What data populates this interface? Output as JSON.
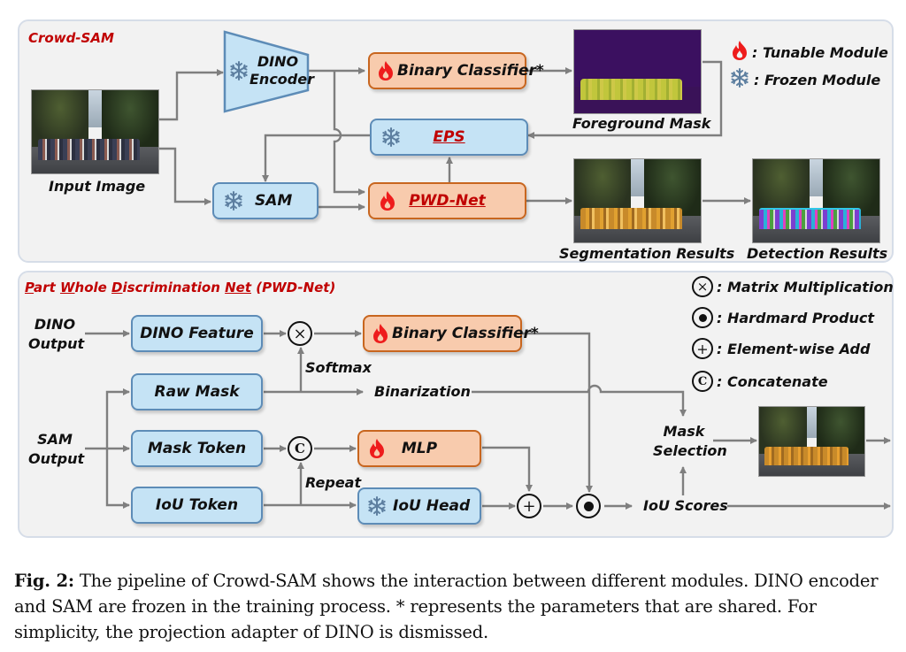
{
  "top_panel": {
    "title": "Crowd-SAM",
    "input_image_label": "Input Image",
    "dino_encoder_label_line1": "DINO",
    "dino_encoder_label_line2": "Encoder",
    "binary_classifier_label": "Binary Classifier*",
    "eps_label": "EPS",
    "sam_label": "SAM",
    "pwd_net_label": "PWD-Net",
    "foreground_mask_label": "Foreground Mask",
    "segmentation_results_label": "Segmentation Results",
    "detection_results_label": "Detection Results",
    "legend": {
      "tunable_label": ": Tunable Module",
      "frozen_label": ": Frozen Module"
    }
  },
  "bottom_panel": {
    "title_parts": [
      {
        "text": "P",
        "underline": true
      },
      {
        "text": "art ",
        "underline": false
      },
      {
        "text": "W",
        "underline": true
      },
      {
        "text": "hole ",
        "underline": false
      },
      {
        "text": "D",
        "underline": true
      },
      {
        "text": "iscrimination ",
        "underline": false
      },
      {
        "text": "Net",
        "underline": true
      },
      {
        "text": " (PWD-Net)",
        "underline": false
      }
    ],
    "dino_output_line1": "DINO",
    "dino_output_line2": "Output",
    "sam_output_line1": "SAM",
    "sam_output_line2": "Output",
    "dino_feature_label": "DINO Feature",
    "raw_mask_label": "Raw Mask",
    "mask_token_label": "Mask Token",
    "iou_token_label": "IoU Token",
    "binary_classifier_label": "Binary Classifier*",
    "mlp_label": "MLP",
    "iou_head_label": "IoU Head",
    "softmax_label": "Softmax",
    "binarization_label": "Binarization",
    "repeat_label": "Repeat",
    "mask_selection_line1": "Mask",
    "mask_selection_line2": "Selection",
    "iou_scores_label": "IoU Scores",
    "operators": {
      "matmul_symbol": "×",
      "concat_symbol": "C",
      "add_symbol": "+"
    },
    "legend": {
      "matmul_label": ": Matrix Multiplication",
      "hadamard_label": ": Hardmard Product",
      "add_label": ": Element-wise Add",
      "concat_label": ": Concatenate"
    }
  },
  "caption": {
    "prefix": "Fig. 2:",
    "text": " The pipeline of Crowd-SAM shows the interaction between different modules. DINO encoder and SAM are frozen in the training process. * represents the parameters that are shared. For simplicity, the projection adapter of DINO is dismissed."
  },
  "colors": {
    "frozen_fill": "#c5e3f5",
    "frozen_border": "#5d8cb7",
    "tunable_fill": "#f8cbad",
    "tunable_border": "#c8661f",
    "title_red": "#c00000",
    "wire_gray": "#7f7f7f",
    "panel_bg": "#f2f2f2"
  },
  "icons": {
    "frozen": "snowflake-icon",
    "tunable": "flame-icon"
  }
}
